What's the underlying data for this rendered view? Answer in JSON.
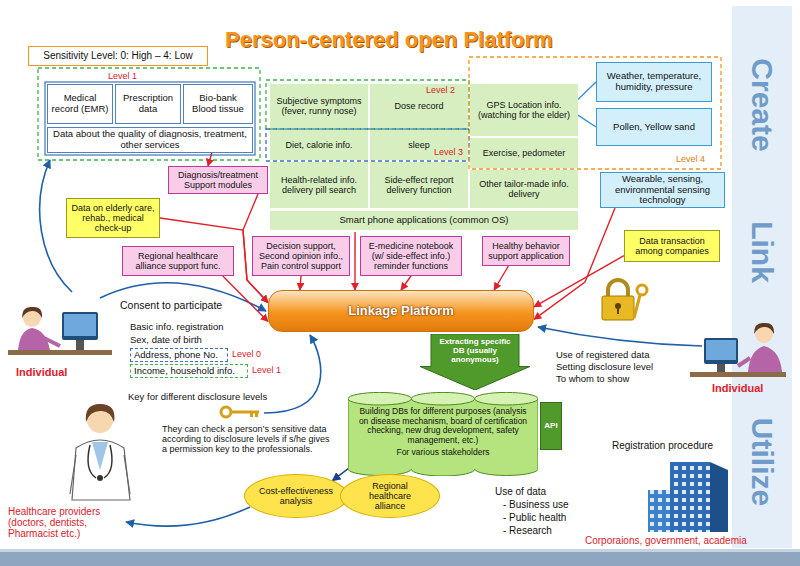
{
  "diagram": {
    "title": "Person-centered open Platform",
    "nodes": [
      {
        "text": [
          "Sensitivity Level: 0: High – 4: Low"
        ]
      },
      {
        "text": [
          "Medical record (EMR)"
        ]
      },
      {
        "text": [
          "Prescription data"
        ]
      },
      {
        "text": [
          "Bio-bank Blood tissue"
        ]
      },
      {
        "text": [
          "Data about the quality of diagnosis, treatment, other services"
        ]
      },
      {
        "text": [
          "Smart phone applications (common OS)"
        ]
      },
      {
        "text": [
          "Subjective symptoms (fever, runny nose)"
        ],
        "in": 5
      },
      {
        "text": [
          "Dose record"
        ],
        "in": 5
      },
      {
        "text": [
          "Diet, calorie info."
        ],
        "in": 5
      },
      {
        "text": [
          "sleep"
        ],
        "in": 5
      },
      {
        "text": [
          "Health-related info. delivery pill search"
        ],
        "in": 5
      },
      {
        "text": [
          "Side-effect report delivery function"
        ],
        "in": 5
      },
      {
        "text": [
          "GPS Location info. (watching for the elder)"
        ],
        "in": 5
      },
      {
        "text": [
          "Exercise, pedometer"
        ],
        "in": 5
      },
      {
        "text": [
          "Other tailor-made info. delivery"
        ],
        "in": 5
      },
      {
        "text": [
          "Weather, temperature, humidity, pressure"
        ]
      },
      {
        "text": [
          "Pollen, Yellow sand"
        ]
      },
      {
        "text": [
          "Wearable, sensing, environmental sensing technology"
        ]
      },
      {
        "text": [
          "Diagnosis/treatment Support modules"
        ]
      },
      {
        "text": [
          "Data on elderly care, rehab., medical check-up"
        ]
      },
      {
        "text": [
          "Regional healthcare alliance support func."
        ]
      },
      {
        "text": [
          "Decision support, Second opinion info., Pain control support"
        ]
      },
      {
        "text": [
          "E-medicine notebook (w/ side-effect info.) reminder functions"
        ]
      },
      {
        "text": [
          "Healthy behavior support application"
        ]
      },
      {
        "text": [
          "Data transaction among companies"
        ]
      },
      {
        "text": [
          "Linkage Platform"
        ]
      },
      {
        "text": [
          "Building DBs for different purposes (analysis on disease mechanism, board of certification checking, new drug development, safety management, etc.)",
          "For various stakeholders"
        ]
      },
      {
        "text": [
          "API"
        ]
      },
      {
        "text": [
          "Extracting specific DB (usually anonymous)"
        ]
      },
      {
        "text": [
          "Cost-effectiveness analysis"
        ]
      },
      {
        "text": [
          "Regional healthcare alliance"
        ]
      },
      {
        "text": [
          "Address, phone No."
        ]
      },
      {
        "text": [
          "Income, household info."
        ]
      }
    ],
    "edges": [
      {
        "from": 12,
        "to": 15,
        "arrow": "none"
      },
      {
        "from": 12,
        "to": 16,
        "arrow": "none"
      },
      {
        "from": 4,
        "to": 18,
        "arrow": "to"
      },
      {
        "from": 18,
        "to": 25,
        "arrow": "to"
      },
      {
        "from": 19,
        "to": 25,
        "arrow": "to"
      },
      {
        "from": 20,
        "to": 25,
        "arrow": "to"
      },
      {
        "from": 5,
        "to": 25,
        "arrow": "to"
      },
      {
        "from": 21,
        "to": 25,
        "arrow": "to"
      },
      {
        "from": 22,
        "to": 25,
        "arrow": "to"
      },
      {
        "from": 23,
        "to": 25,
        "arrow": "to"
      },
      {
        "from": 17,
        "to": 25,
        "arrow": "to"
      },
      {
        "from": 24,
        "to": 25,
        "arrow": "to"
      },
      {
        "from": 26,
        "to": 29,
        "arrow": "to"
      }
    ],
    "labels": [
      "Create",
      "Link",
      "Utilize",
      "Level 1",
      "Level 2",
      "Level 3",
      "Level 4",
      "Consent to participate",
      "Basic info. registration",
      "Sex, date of birth",
      "Level 0",
      "Level 1",
      "Individual",
      "Key for different disclosure levels",
      "Use of registered data",
      "Setting disclosure level",
      "To whom to show",
      "Individual",
      "They can check a person’s sensitive data according to disclosure levels if s/he gives a permission key to the professionals.",
      "Healthcare providers (doctors, dentists, Pharmacist etc.)",
      "Registration procedure",
      "Use of data",
      "- Business use",
      "- Public health",
      "- Research",
      "Corporaions, government, academia"
    ]
  }
}
